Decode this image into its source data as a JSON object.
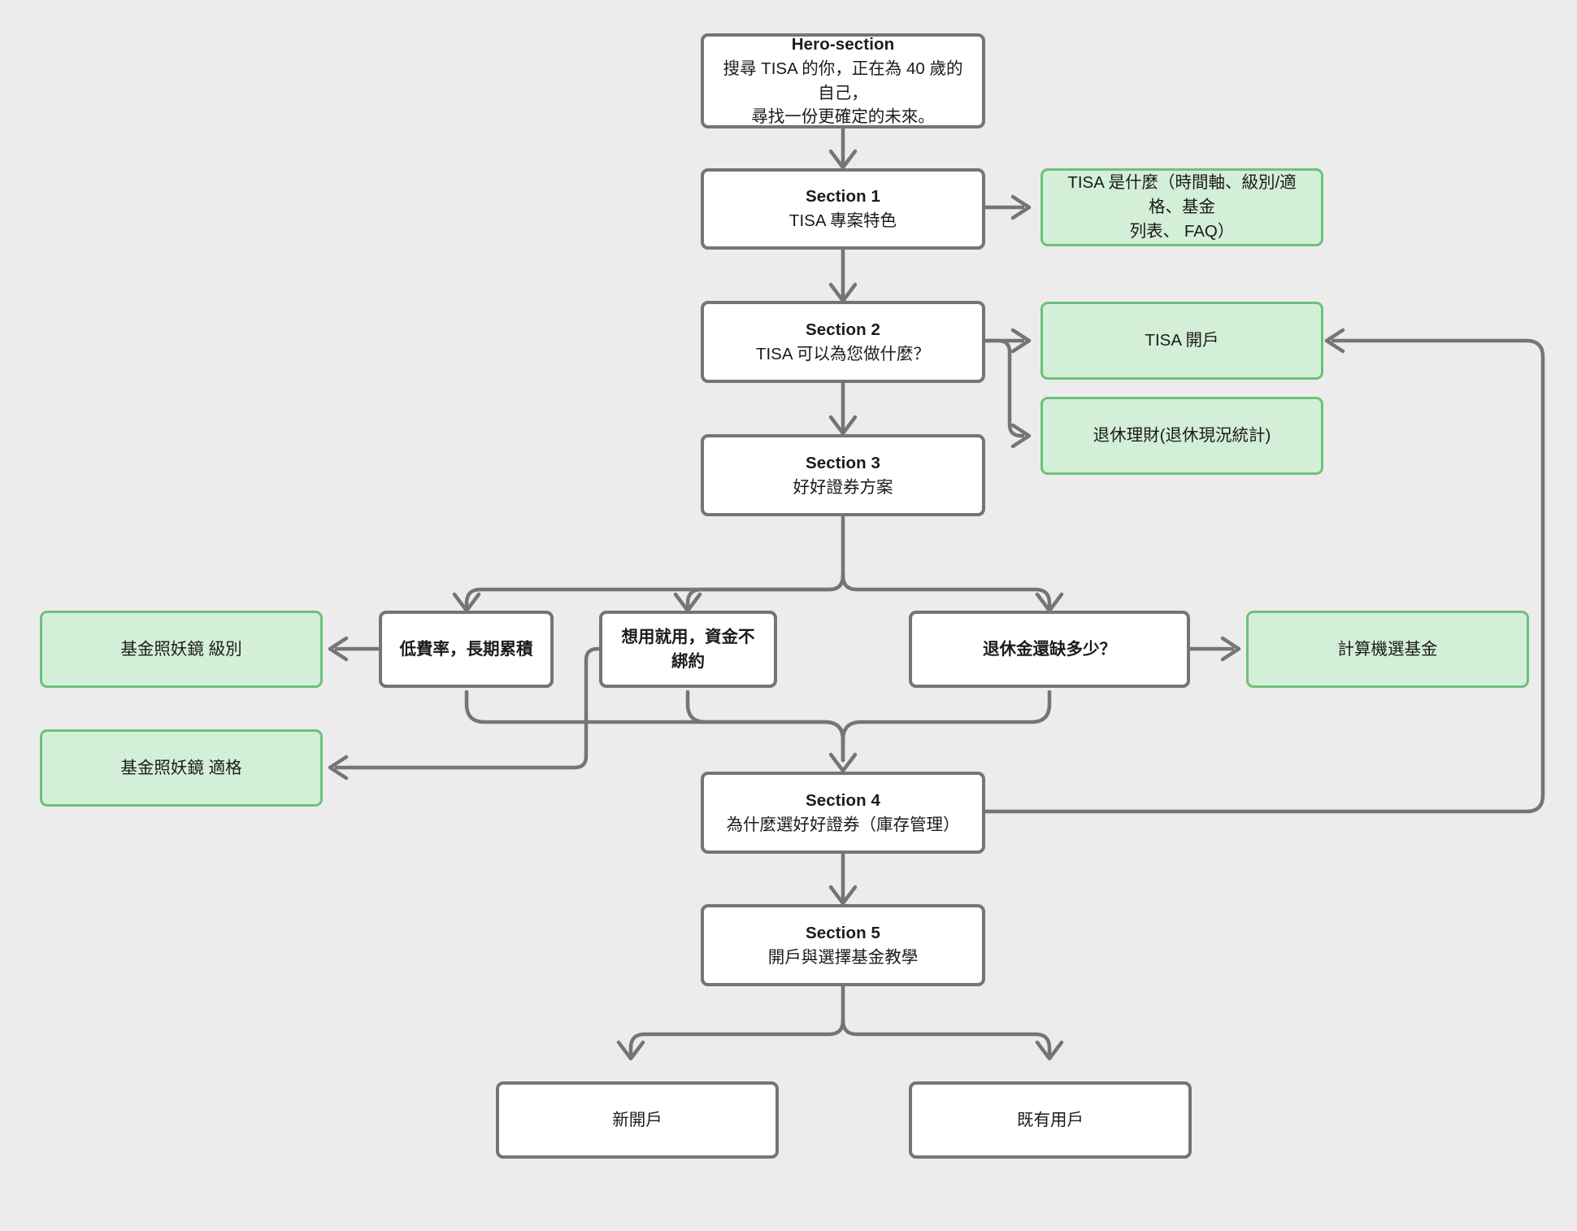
{
  "diagram": {
    "type": "flowchart",
    "background_color": "#ececec",
    "edge_color": "#757575",
    "node_styles": {
      "plain": {
        "fill": "#ffffff",
        "stroke": "#757575"
      },
      "green": {
        "fill": "#d3efd7",
        "stroke": "#6ec07a"
      }
    },
    "nodes": [
      {
        "id": "hero",
        "style": "plain",
        "title": "Hero-section",
        "sub": "搜尋 TISA 的你，正在為 40 歲的自己，\n尋找一份更確定的未來。"
      },
      {
        "id": "section1",
        "style": "plain",
        "title": "Section 1",
        "sub": "TISA 專案特色"
      },
      {
        "id": "tisa_what",
        "style": "green",
        "single": "TISA 是什麼（時間軸、級別/適格、基金\n列表、 FAQ）"
      },
      {
        "id": "section2",
        "style": "plain",
        "title": "Section 2",
        "sub": "TISA 可以為您做什麼？"
      },
      {
        "id": "tisa_open",
        "style": "green",
        "single": "TISA 開戶"
      },
      {
        "id": "retire_fin",
        "style": "green",
        "single": "退休理財(退休現況統計)"
      },
      {
        "id": "section3",
        "style": "plain",
        "title": "Section 3",
        "sub": "好好證券方案"
      },
      {
        "id": "low_fee",
        "style": "plain",
        "single": "低費率，長期累積",
        "bold": true
      },
      {
        "id": "flexible",
        "style": "plain",
        "single": "想用就用，資金不綁約",
        "bold": true
      },
      {
        "id": "pension",
        "style": "plain",
        "single": "退休金還缺多少？",
        "bold": true
      },
      {
        "id": "mirror_lvl",
        "style": "green",
        "single": "基金照妖鏡 級別"
      },
      {
        "id": "mirror_fit",
        "style": "green",
        "single": "基金照妖鏡 適格"
      },
      {
        "id": "calculator",
        "style": "green",
        "single": "計算機選基金"
      },
      {
        "id": "section4",
        "style": "plain",
        "title": "Section 4",
        "sub": "為什麼選好好證券（庫存管理）"
      },
      {
        "id": "section5",
        "style": "plain",
        "title": "Section 5",
        "sub": "開戶與選擇基金教學"
      },
      {
        "id": "new_user",
        "style": "plain",
        "single": "新開戶"
      },
      {
        "id": "existing",
        "style": "plain",
        "single": "既有用戶"
      }
    ],
    "edges": [
      {
        "from": "hero",
        "to": "section1"
      },
      {
        "from": "section1",
        "to": "tisa_what"
      },
      {
        "from": "section1",
        "to": "section2"
      },
      {
        "from": "section2",
        "to": "tisa_open"
      },
      {
        "from": "section2",
        "to": "retire_fin"
      },
      {
        "from": "section2",
        "to": "section3"
      },
      {
        "from": "section3",
        "to": "low_fee"
      },
      {
        "from": "section3",
        "to": "flexible"
      },
      {
        "from": "section3",
        "to": "pension"
      },
      {
        "from": "low_fee",
        "to": "mirror_lvl"
      },
      {
        "from": "flexible",
        "to": "mirror_fit"
      },
      {
        "from": "pension",
        "to": "calculator"
      },
      {
        "from": "low_fee",
        "to": "section4"
      },
      {
        "from": "flexible",
        "to": "section4"
      },
      {
        "from": "pension",
        "to": "section4"
      },
      {
        "from": "section4",
        "to": "tisa_open"
      },
      {
        "from": "section4",
        "to": "section5"
      },
      {
        "from": "section5",
        "to": "new_user"
      },
      {
        "from": "section5",
        "to": "existing"
      }
    ]
  }
}
